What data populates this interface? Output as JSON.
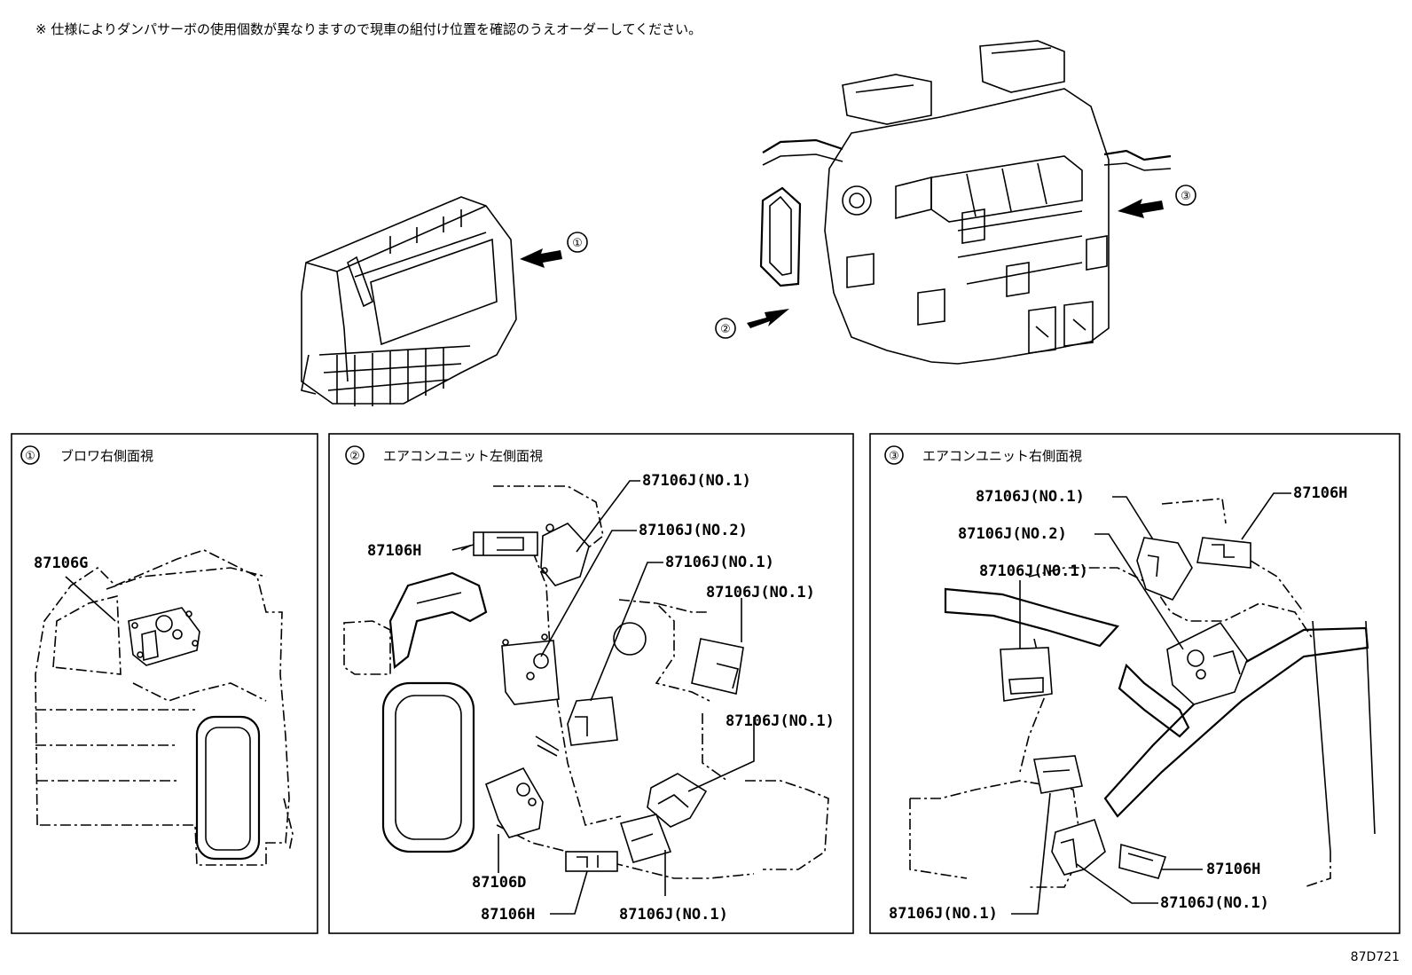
{
  "note": "※  仕様によりダンパサーボの使用個数が異なりますので現車の組付け位置を確認のうえオーダーしてください。",
  "figure_id": "87D721",
  "overview": {
    "blower_arrow": "①",
    "left_side_arrow": "②",
    "right_side_arrow": "③"
  },
  "panels": [
    {
      "number": "①",
      "title": "ブロワ右側面視",
      "labels": [
        "87106G"
      ]
    },
    {
      "number": "②",
      "title": "エアコンユニット左側面視",
      "labels": [
        "87106J(NO.1)",
        "87106H",
        "87106J(NO.2)",
        "87106J(NO.1)",
        "87106J(NO.1)",
        "87106J(NO.1)",
        "87106D",
        "87106H",
        "87106J(NO.1)"
      ]
    },
    {
      "number": "③",
      "title": "エアコンユニット右側面視",
      "labels": [
        "87106J(NO.1)",
        "87106H",
        "87106J(NO.2)",
        "87106J(NO.1)",
        "87106H",
        "87106J(NO.1)",
        "87106J(NO.1)"
      ]
    }
  ]
}
